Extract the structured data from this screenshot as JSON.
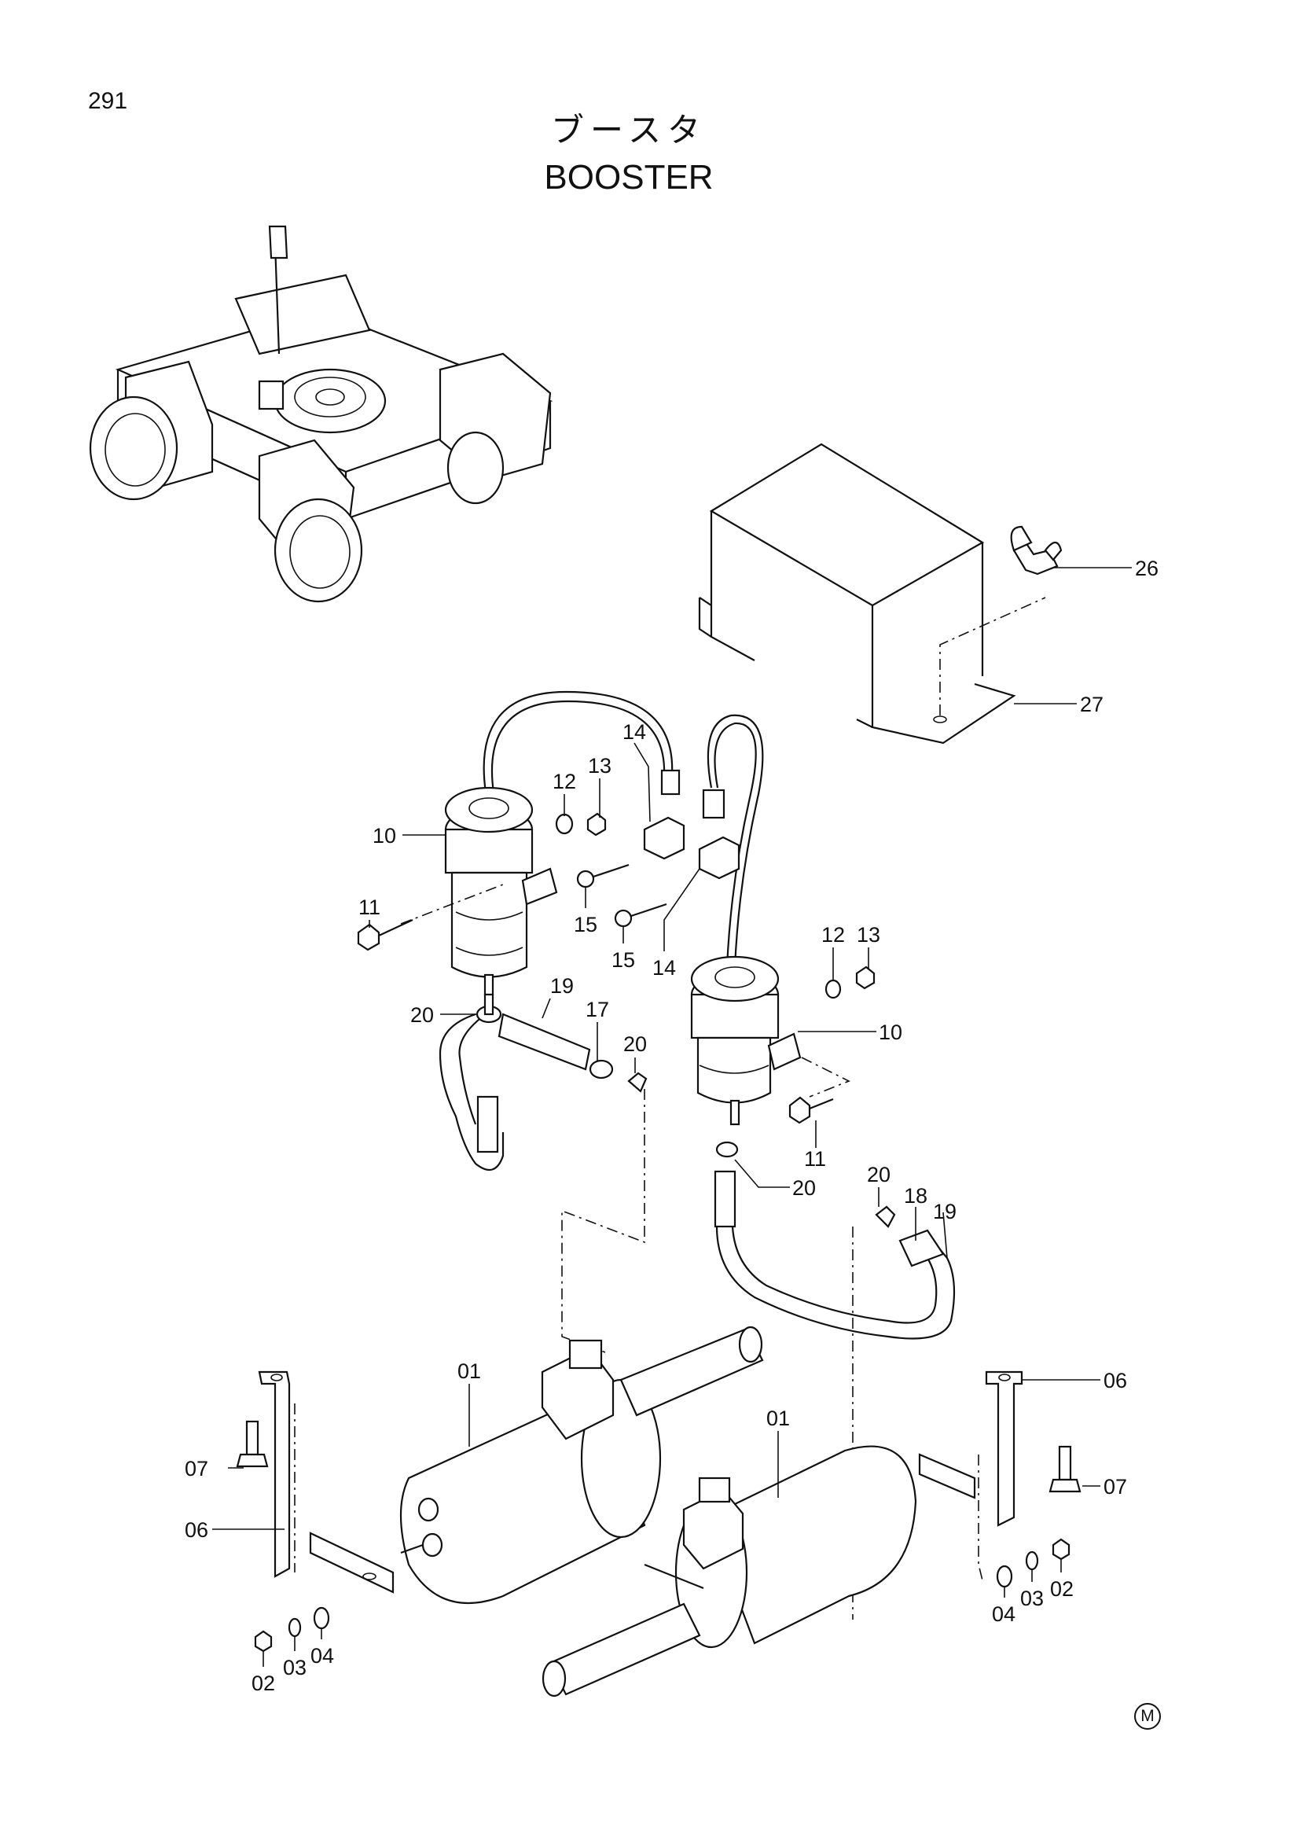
{
  "page_number": "291",
  "title_jp": "ブースタ",
  "title_en": "BOOSTER",
  "corner_mark": "M",
  "callouts": [
    "26",
    "27",
    "14",
    "13",
    "12",
    "10",
    "11",
    "15",
    "15",
    "14",
    "13",
    "12",
    "10",
    "20",
    "19",
    "17",
    "20",
    "11",
    "20",
    "20",
    "18",
    "19",
    "01",
    "01",
    "06",
    "07",
    "06",
    "07",
    "02",
    "03",
    "04",
    "04",
    "03",
    "02"
  ]
}
